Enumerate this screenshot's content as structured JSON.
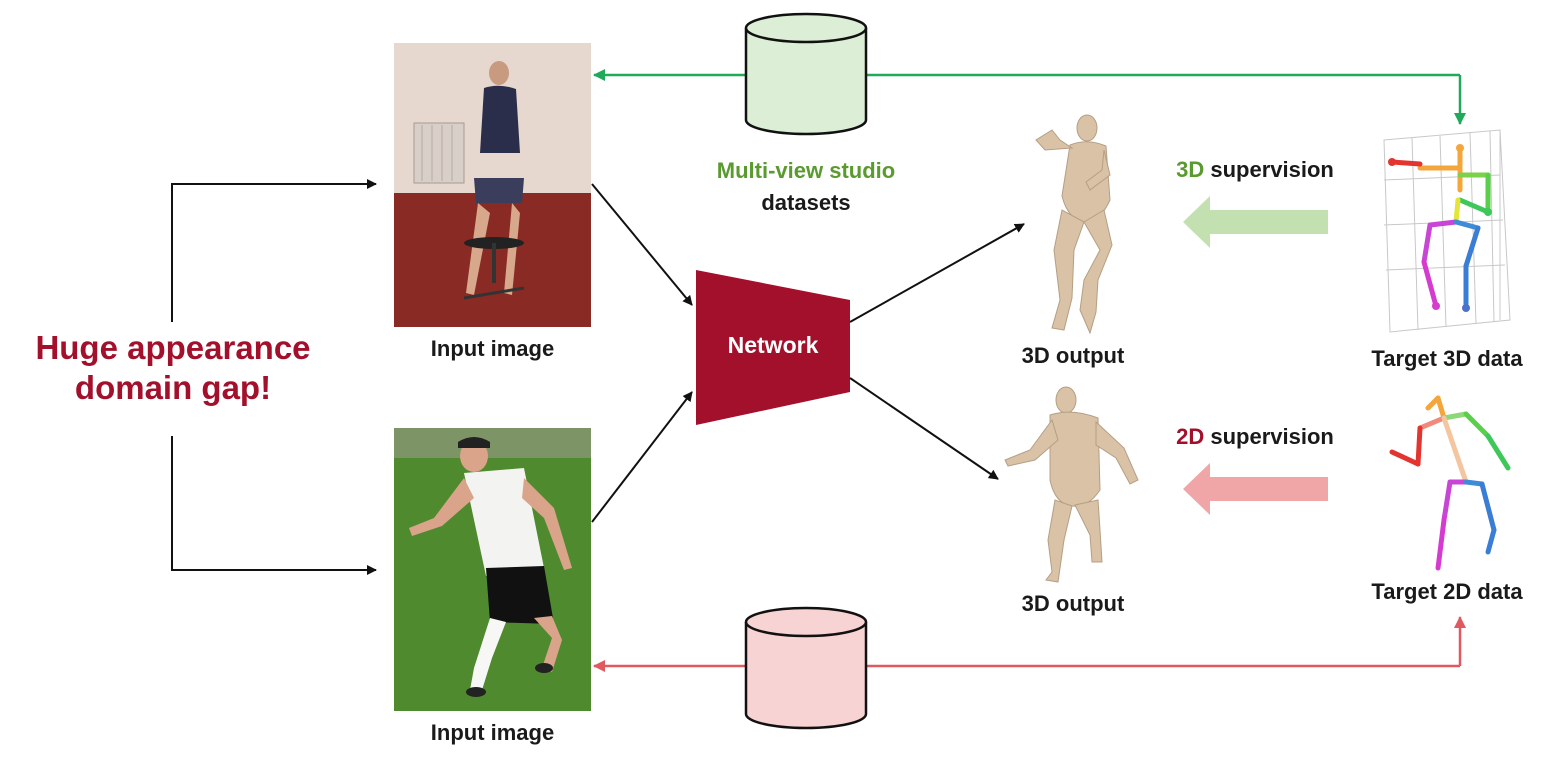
{
  "left_callout": {
    "line1": "Huge appearance",
    "line2": "domain gap!"
  },
  "input_top": {
    "caption": "Input image"
  },
  "input_bottom": {
    "caption": "Input image"
  },
  "network": {
    "label": "Network"
  },
  "dataset_top": {
    "line1": "Multi-view studio",
    "line2": "datasets"
  },
  "output_top": {
    "caption": "3D output"
  },
  "output_bottom": {
    "caption": "3D output"
  },
  "supervision_3d": {
    "prefix": "3D",
    "suffix": " supervision"
  },
  "supervision_2d": {
    "prefix": "2D",
    "suffix": " supervision"
  },
  "target_3d": {
    "caption": "Target 3D data"
  },
  "target_2d": {
    "caption": "Target 2D data"
  },
  "colors": {
    "accent_red": "#a3102c",
    "green": "#1faa5a",
    "green_text": "#5a9a2e",
    "red_line": "#e0595e",
    "db_green_fill": "#dcefd6",
    "db_red_fill": "#f8d3d3",
    "arrow_green": "#c3e0b0",
    "arrow_red": "#f0a6a6",
    "body_skin": "#d9c2a6"
  },
  "icons": {
    "db_top": "database-cylinder-icon",
    "db_bottom": "database-cylinder-icon",
    "arrow_3d": "left-arrow-icon",
    "arrow_2d": "left-arrow-icon"
  }
}
